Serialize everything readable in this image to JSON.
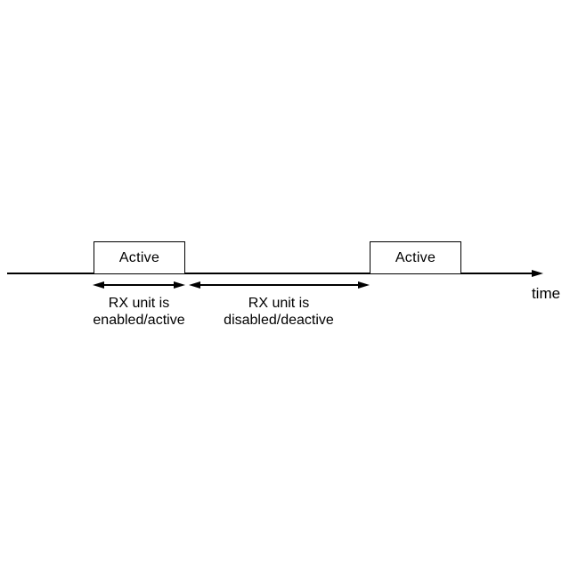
{
  "diagram": {
    "pulses": [
      {
        "label": "Active"
      },
      {
        "label": "Active"
      }
    ],
    "axis": {
      "label": "time"
    },
    "intervals": [
      {
        "line1": "RX unit is",
        "line2": "enabled/active"
      },
      {
        "line1": "RX unit is",
        "line2": "disabled/deactive"
      }
    ],
    "colors": {
      "ink": "#000000",
      "background": "#ffffff"
    }
  }
}
